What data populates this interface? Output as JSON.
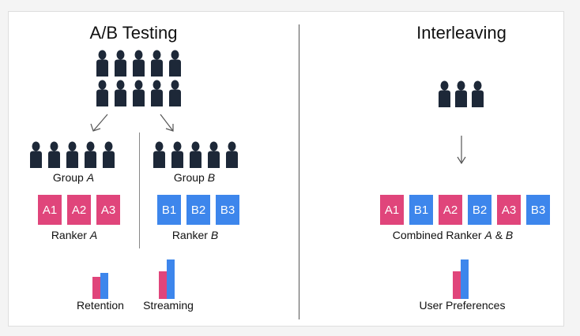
{
  "colors": {
    "pink": "#e0457b",
    "blue": "#3d86ec",
    "person": "#1d2838",
    "arrow": "#555555"
  },
  "left_panel": {
    "title": "A/B Testing",
    "group_a": {
      "label_prefix": "Group ",
      "label_var": "A"
    },
    "group_b": {
      "label_prefix": "Group ",
      "label_var": "B"
    },
    "ranker_a": {
      "boxes": [
        "A1",
        "A2",
        "A3"
      ],
      "label_prefix": "Ranker ",
      "label_var": "A"
    },
    "ranker_b": {
      "boxes": [
        "B1",
        "B2",
        "B3"
      ],
      "label_prefix": "Ranker ",
      "label_var": "B"
    },
    "metric_1": {
      "label": "Retention",
      "pink": 0.55,
      "blue": 0.65
    },
    "metric_2": {
      "label": "Streaming",
      "pink": 0.7,
      "blue": 1.0
    }
  },
  "right_panel": {
    "title": "Interleaving",
    "boxes": [
      "A1",
      "B1",
      "A2",
      "B2",
      "A3",
      "B3"
    ],
    "combined_label": {
      "prefix": "Combined Ranker ",
      "var_a": "A",
      "amp": " & ",
      "var_b": "B"
    },
    "metric": {
      "label": "User Preferences",
      "pink": 0.7,
      "blue": 1.0
    }
  }
}
